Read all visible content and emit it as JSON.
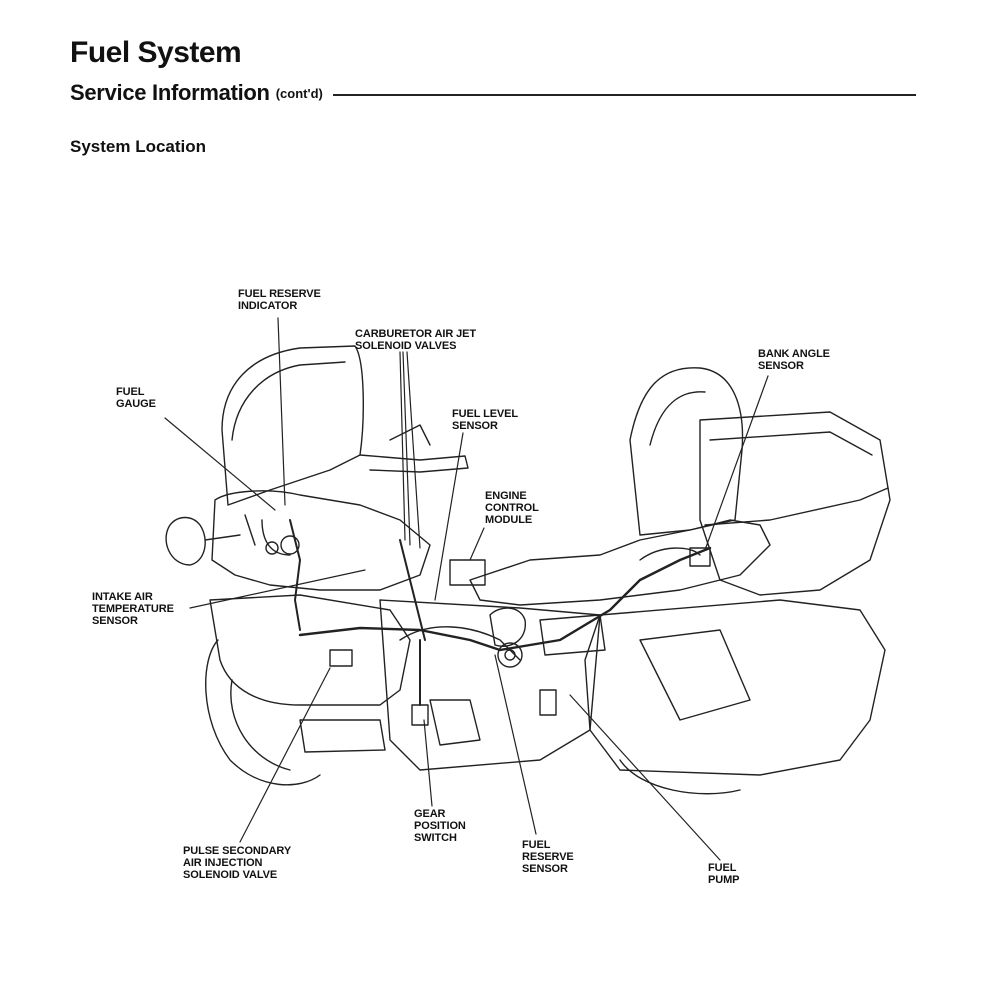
{
  "header": {
    "title": "Fuel System",
    "subtitle": "Service Information",
    "subtitle_suffix": "(cont'd)",
    "section": "System Location"
  },
  "diagram": {
    "labels": {
      "fuel_reserve_indicator": "FUEL RESERVE\nINDICATOR",
      "carburetor_air_jet": "CARBURETOR AIR JET\nSOLENOID VALVES",
      "bank_angle_sensor": "BANK ANGLE\nSENSOR",
      "fuel_gauge": "FUEL\nGAUGE",
      "fuel_level_sensor": "FUEL LEVEL\nSENSOR",
      "engine_control_module": "ENGINE\nCONTROL\nMODULE",
      "intake_air_temp": "INTAKE AIR\nTEMPERATURE\nSENSOR",
      "gear_position_switch": "GEAR\nPOSITION\nSWITCH",
      "pulse_secondary": "PULSE SECONDARY\nAIR INJECTION\nSOLENOID VALVE",
      "fuel_reserve_sensor": "FUEL\nRESERVE\nSENSOR",
      "fuel_pump": "FUEL\nPUMP"
    }
  }
}
